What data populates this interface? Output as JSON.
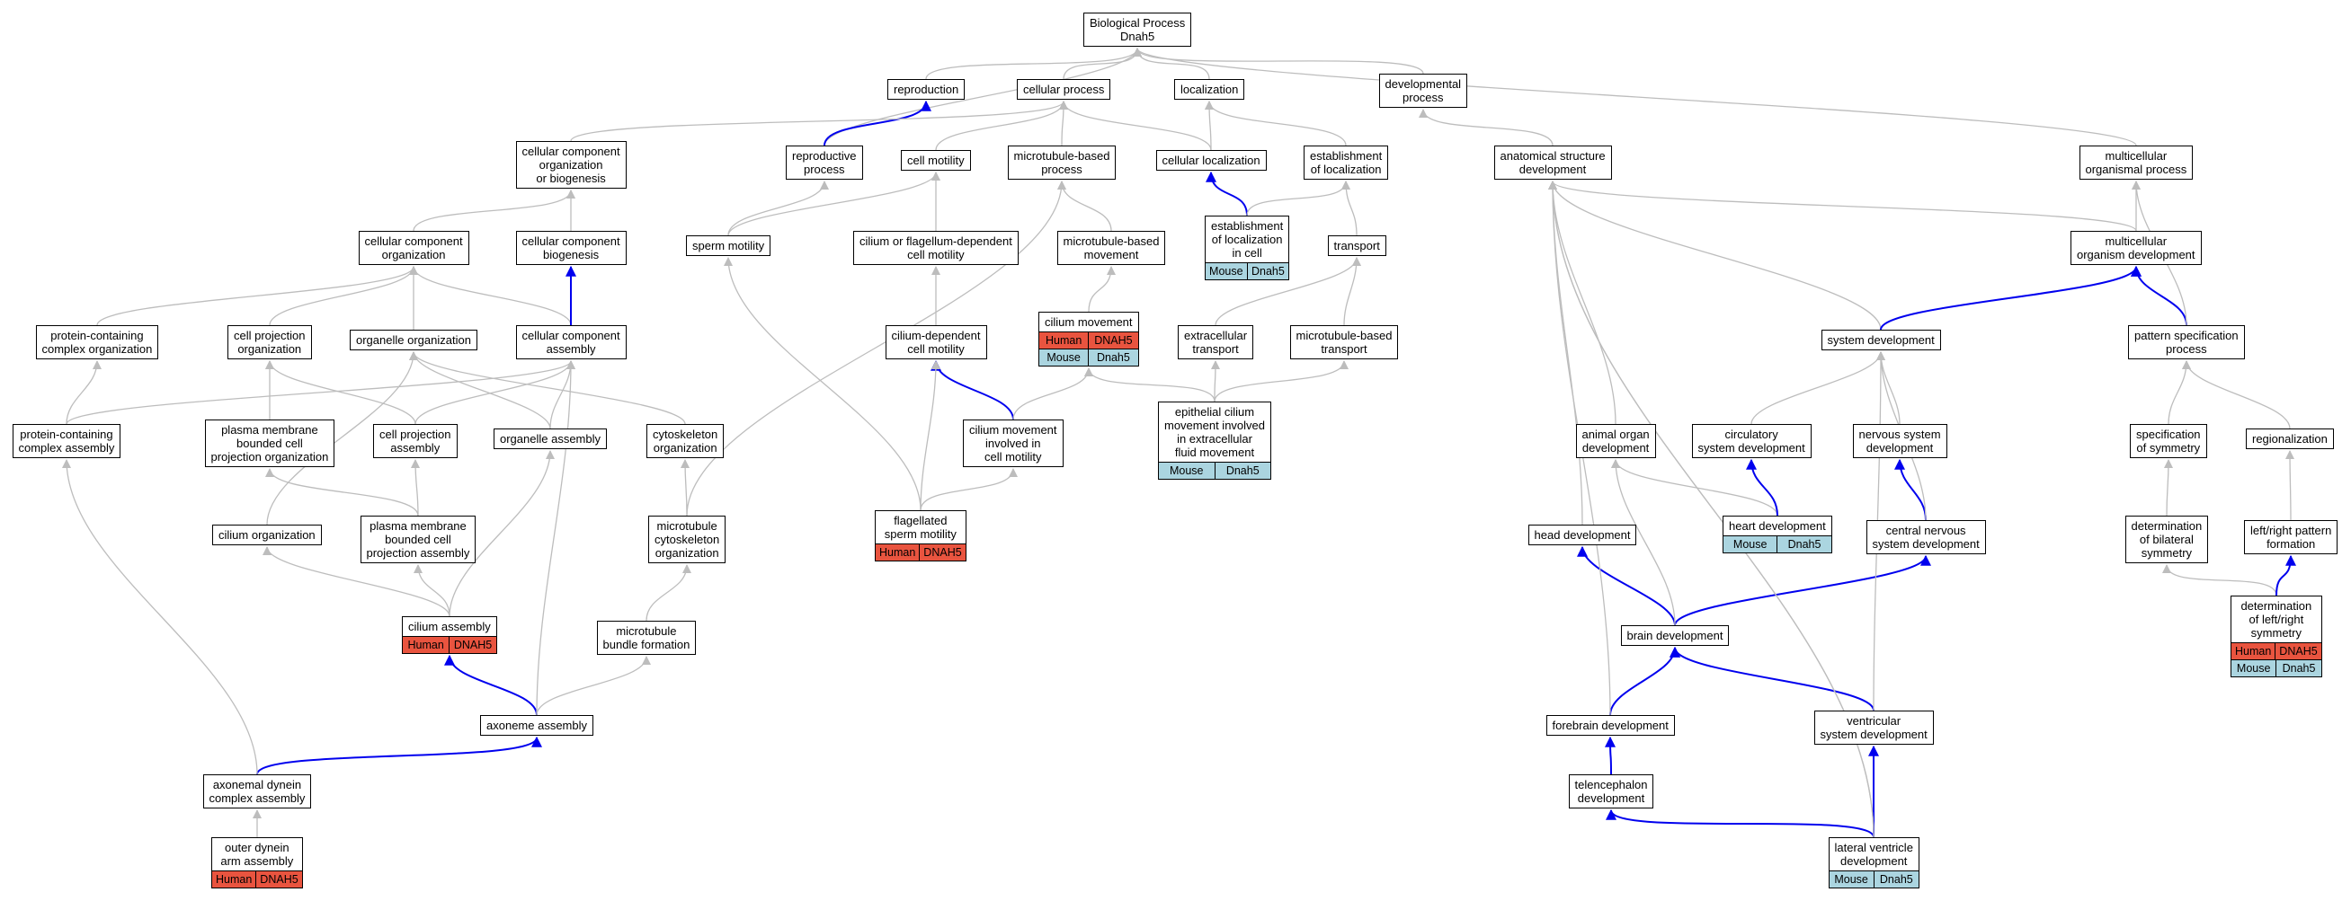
{
  "colors": {
    "edge": "#bdbdbd",
    "edge_highlight": "#0000ee",
    "human": "#e9543f",
    "mouse": "#abd5e0",
    "node_border": "#000000"
  },
  "nodes": {
    "root": {
      "label": "Biological Process\nDnah5",
      "tags": []
    },
    "reproduction": {
      "label": "reproduction",
      "tags": []
    },
    "cellular_process": {
      "label": "cellular process",
      "tags": []
    },
    "localization": {
      "label": "localization",
      "tags": []
    },
    "developmental_process": {
      "label": "developmental\nprocess",
      "tags": []
    },
    "cc_org_biogenesis": {
      "label": "cellular component\norganization\nor biogenesis",
      "tags": []
    },
    "reproductive_process": {
      "label": "reproductive\nprocess",
      "tags": []
    },
    "cell_motility": {
      "label": "cell motility",
      "tags": []
    },
    "microtubule_based_process": {
      "label": "microtubule-based\nprocess",
      "tags": []
    },
    "cellular_localization": {
      "label": "cellular localization",
      "tags": []
    },
    "establishment_localization": {
      "label": "establishment\nof localization",
      "tags": []
    },
    "anatomical_structure_dev": {
      "label": "anatomical structure\ndevelopment",
      "tags": []
    },
    "multicellular_organismal_process": {
      "label": "multicellular\norganismal process",
      "tags": []
    },
    "cc_organization": {
      "label": "cellular component\norganization",
      "tags": []
    },
    "cc_biogenesis": {
      "label": "cellular component\nbiogenesis",
      "tags": []
    },
    "sperm_motility": {
      "label": "sperm motility",
      "tags": []
    },
    "cilium_flagellum_dep_motility": {
      "label": "cilium or flagellum-dependent\ncell motility",
      "tags": []
    },
    "microtubule_based_movement": {
      "label": "microtubule-based\nmovement",
      "tags": []
    },
    "establishment_loc_in_cell": {
      "label": "establishment\nof localization\nin cell",
      "tags": [
        "Mouse",
        "Dnah5"
      ]
    },
    "transport": {
      "label": "transport",
      "tags": []
    },
    "multicellular_organism_dev": {
      "label": "multicellular\norganism development",
      "tags": []
    },
    "protein_containing_complex_org": {
      "label": "protein-containing\ncomplex organization",
      "tags": []
    },
    "cell_projection_org": {
      "label": "cell projection\norganization",
      "tags": []
    },
    "organelle_org": {
      "label": "organelle organization",
      "tags": []
    },
    "cc_assembly": {
      "label": "cellular component\nassembly",
      "tags": []
    },
    "cilium_dep_cell_motility": {
      "label": "cilium-dependent\ncell motility",
      "tags": []
    },
    "cilium_movement": {
      "label": "cilium movement",
      "tags": [
        "Human",
        "DNAH5",
        "Mouse",
        "Dnah5"
      ]
    },
    "extracellular_transport": {
      "label": "extracellular\ntransport",
      "tags": []
    },
    "microtubule_based_transport": {
      "label": "microtubule-based\ntransport",
      "tags": []
    },
    "system_dev": {
      "label": "system development",
      "tags": []
    },
    "pattern_specification": {
      "label": "pattern specification\nprocess",
      "tags": []
    },
    "protein_containing_complex_assembly": {
      "label": "protein-containing\ncomplex assembly",
      "tags": []
    },
    "pm_bounded_cell_proj_org": {
      "label": "plasma membrane\nbounded cell\nprojection organization",
      "tags": []
    },
    "cell_projection_assembly": {
      "label": "cell projection\nassembly",
      "tags": []
    },
    "organelle_assembly": {
      "label": "organelle assembly",
      "tags": []
    },
    "cytoskeleton_org": {
      "label": "cytoskeleton\norganization",
      "tags": []
    },
    "cilium_movement_in_motility": {
      "label": "cilium movement\ninvolved in\ncell motility",
      "tags": []
    },
    "epithelial_cilium_movement": {
      "label": "epithelial cilium\nmovement involved\nin extracellular\nfluid movement",
      "tags": [
        "Mouse",
        "Dnah5"
      ]
    },
    "animal_organ_dev": {
      "label": "animal organ\ndevelopment",
      "tags": []
    },
    "circulatory_system_dev": {
      "label": "circulatory\nsystem development",
      "tags": []
    },
    "nervous_system_dev": {
      "label": "nervous system\ndevelopment",
      "tags": []
    },
    "specification_symmetry": {
      "label": "specification\nof symmetry",
      "tags": []
    },
    "regionalization": {
      "label": "regionalization",
      "tags": []
    },
    "cilium_organization": {
      "label": "cilium organization",
      "tags": []
    },
    "pm_bounded_cell_proj_assembly": {
      "label": "plasma membrane\nbounded cell\nprojection assembly",
      "tags": []
    },
    "microtubule_cytoskeleton_org": {
      "label": "microtubule\ncytoskeleton\norganization",
      "tags": []
    },
    "flagellated_sperm_motility": {
      "label": "flagellated\nsperm motility",
      "tags": [
        "Human",
        "DNAH5"
      ]
    },
    "head_dev": {
      "label": "head development",
      "tags": []
    },
    "heart_dev": {
      "label": "heart development",
      "tags": [
        "Mouse",
        "Dnah5"
      ]
    },
    "cns_dev": {
      "label": "central nervous\nsystem development",
      "tags": []
    },
    "determination_bilateral_symmetry": {
      "label": "determination\nof bilateral\nsymmetry",
      "tags": []
    },
    "left_right_pattern": {
      "label": "left/right pattern\nformation",
      "tags": []
    },
    "cilium_assembly": {
      "label": "cilium assembly",
      "tags": [
        "Human",
        "DNAH5"
      ]
    },
    "microtubule_bundle_formation": {
      "label": "microtubule\nbundle formation",
      "tags": []
    },
    "brain_dev": {
      "label": "brain development",
      "tags": []
    },
    "determination_lr_symmetry": {
      "label": "determination\nof left/right\nsymmetry",
      "tags": [
        "Human",
        "DNAH5",
        "Mouse",
        "Dnah5"
      ]
    },
    "axoneme_assembly": {
      "label": "axoneme assembly",
      "tags": []
    },
    "forebrain_dev": {
      "label": "forebrain development",
      "tags": []
    },
    "ventricular_system_dev": {
      "label": "ventricular\nsystem development",
      "tags": []
    },
    "axonemal_dynein_assembly": {
      "label": "axonemal dynein\ncomplex assembly",
      "tags": []
    },
    "telencephalon_dev": {
      "label": "telencephalon\ndevelopment",
      "tags": []
    },
    "lateral_ventricle_dev": {
      "label": "lateral ventricle\ndevelopment",
      "tags": [
        "Mouse",
        "Dnah5"
      ]
    },
    "outer_dynein_arm_assembly": {
      "label": "outer dynein\narm assembly",
      "tags": [
        "Human",
        "DNAH5"
      ]
    }
  },
  "edges": [
    {
      "from": "reproduction",
      "to": "root",
      "highlight": false
    },
    {
      "from": "cellular_process",
      "to": "root",
      "highlight": false
    },
    {
      "from": "localization",
      "to": "root",
      "highlight": false
    },
    {
      "from": "developmental_process",
      "to": "root",
      "highlight": false
    },
    {
      "from": "multicellular_organismal_process",
      "to": "root",
      "highlight": false
    },
    {
      "from": "reproductive_process",
      "to": "root",
      "highlight": false
    },
    {
      "from": "reproductive_process",
      "to": "reproduction",
      "highlight": true
    },
    {
      "from": "cc_org_biogenesis",
      "to": "cellular_process",
      "highlight": false
    },
    {
      "from": "cell_motility",
      "to": "cellular_process",
      "highlight": false
    },
    {
      "from": "microtubule_based_process",
      "to": "cellular_process",
      "highlight": false
    },
    {
      "from": "cellular_localization",
      "to": "cellular_process",
      "highlight": false
    },
    {
      "from": "cellular_localization",
      "to": "localization",
      "highlight": false
    },
    {
      "from": "establishment_localization",
      "to": "localization",
      "highlight": false
    },
    {
      "from": "anatomical_structure_dev",
      "to": "developmental_process",
      "highlight": false
    },
    {
      "from": "cc_organization",
      "to": "cc_org_biogenesis",
      "highlight": false
    },
    {
      "from": "cc_biogenesis",
      "to": "cc_org_biogenesis",
      "highlight": false
    },
    {
      "from": "sperm_motility",
      "to": "reproductive_process",
      "highlight": false
    },
    {
      "from": "sperm_motility",
      "to": "cell_motility",
      "highlight": false
    },
    {
      "from": "cilium_flagellum_dep_motility",
      "to": "cell_motility",
      "highlight": false
    },
    {
      "from": "microtubule_based_movement",
      "to": "microtubule_based_process",
      "highlight": false
    },
    {
      "from": "establishment_loc_in_cell",
      "to": "cellular_localization",
      "highlight": true
    },
    {
      "from": "establishment_loc_in_cell",
      "to": "establishment_localization",
      "highlight": false
    },
    {
      "from": "transport",
      "to": "establishment_localization",
      "highlight": false
    },
    {
      "from": "multicellular_organism_dev",
      "to": "multicellular_organismal_process",
      "highlight": false
    },
    {
      "from": "multicellular_organism_dev",
      "to": "anatomical_structure_dev",
      "highlight": false
    },
    {
      "from": "protein_containing_complex_org",
      "to": "cc_organization",
      "highlight": false
    },
    {
      "from": "cell_projection_org",
      "to": "cc_organization",
      "highlight": false
    },
    {
      "from": "organelle_org",
      "to": "cc_organization",
      "highlight": false
    },
    {
      "from": "cc_assembly",
      "to": "cc_organization",
      "highlight": false
    },
    {
      "from": "cc_assembly",
      "to": "cc_biogenesis",
      "highlight": true
    },
    {
      "from": "cilium_dep_cell_motility",
      "to": "cilium_flagellum_dep_motility",
      "highlight": false
    },
    {
      "from": "cilium_movement",
      "to": "microtubule_based_movement",
      "highlight": false
    },
    {
      "from": "extracellular_transport",
      "to": "transport",
      "highlight": false
    },
    {
      "from": "microtubule_based_transport",
      "to": "transport",
      "highlight": false
    },
    {
      "from": "system_dev",
      "to": "anatomical_structure_dev",
      "highlight": false
    },
    {
      "from": "system_dev",
      "to": "multicellular_organism_dev",
      "highlight": true
    },
    {
      "from": "pattern_specification",
      "to": "multicellular_organism_dev",
      "highlight": true
    },
    {
      "from": "pattern_specification",
      "to": "multicellular_organismal_process",
      "highlight": false
    },
    {
      "from": "protein_containing_complex_assembly",
      "to": "protein_containing_complex_org",
      "highlight": false
    },
    {
      "from": "protein_containing_complex_assembly",
      "to": "cc_assembly",
      "highlight": false
    },
    {
      "from": "pm_bounded_cell_proj_org",
      "to": "cell_projection_org",
      "highlight": false
    },
    {
      "from": "cell_projection_assembly",
      "to": "cell_projection_org",
      "highlight": false
    },
    {
      "from": "cell_projection_assembly",
      "to": "cc_assembly",
      "highlight": false
    },
    {
      "from": "organelle_assembly",
      "to": "organelle_org",
      "highlight": false
    },
    {
      "from": "organelle_assembly",
      "to": "cc_assembly",
      "highlight": false
    },
    {
      "from": "cytoskeleton_org",
      "to": "organelle_org",
      "highlight": false
    },
    {
      "from": "cilium_movement_in_motility",
      "to": "cilium_dep_cell_motility",
      "highlight": true
    },
    {
      "from": "cilium_movement_in_motility",
      "to": "cilium_movement",
      "highlight": false
    },
    {
      "from": "epithelial_cilium_movement",
      "to": "cilium_movement",
      "highlight": false
    },
    {
      "from": "epithelial_cilium_movement",
      "to": "extracellular_transport",
      "highlight": false
    },
    {
      "from": "epithelial_cilium_movement",
      "to": "microtubule_based_transport",
      "highlight": false
    },
    {
      "from": "animal_organ_dev",
      "to": "anatomical_structure_dev",
      "highlight": false
    },
    {
      "from": "circulatory_system_dev",
      "to": "system_dev",
      "highlight": false
    },
    {
      "from": "nervous_system_dev",
      "to": "system_dev",
      "highlight": false
    },
    {
      "from": "specification_symmetry",
      "to": "pattern_specification",
      "highlight": false
    },
    {
      "from": "regionalization",
      "to": "pattern_specification",
      "highlight": false
    },
    {
      "from": "cilium_organization",
      "to": "organelle_org",
      "highlight": false
    },
    {
      "from": "pm_bounded_cell_proj_assembly",
      "to": "pm_bounded_cell_proj_org",
      "highlight": false
    },
    {
      "from": "pm_bounded_cell_proj_assembly",
      "to": "cell_projection_assembly",
      "highlight": false
    },
    {
      "from": "microtubule_cytoskeleton_org",
      "to": "cytoskeleton_org",
      "highlight": false
    },
    {
      "from": "microtubule_cytoskeleton_org",
      "to": "microtubule_based_process",
      "highlight": false
    },
    {
      "from": "flagellated_sperm_motility",
      "to": "sperm_motility",
      "highlight": false
    },
    {
      "from": "flagellated_sperm_motility",
      "to": "cilium_dep_cell_motility",
      "highlight": false
    },
    {
      "from": "flagellated_sperm_motility",
      "to": "cilium_movement_in_motility",
      "highlight": false
    },
    {
      "from": "head_dev",
      "to": "anatomical_structure_dev",
      "highlight": false
    },
    {
      "from": "heart_dev",
      "to": "animal_organ_dev",
      "highlight": false
    },
    {
      "from": "heart_dev",
      "to": "circulatory_system_dev",
      "highlight": true
    },
    {
      "from": "cns_dev",
      "to": "nervous_system_dev",
      "highlight": true
    },
    {
      "from": "cns_dev",
      "to": "system_dev",
      "highlight": false
    },
    {
      "from": "determination_bilateral_symmetry",
      "to": "specification_symmetry",
      "highlight": false
    },
    {
      "from": "left_right_pattern",
      "to": "regionalization",
      "highlight": false
    },
    {
      "from": "cilium_assembly",
      "to": "cilium_organization",
      "highlight": false
    },
    {
      "from": "cilium_assembly",
      "to": "pm_bounded_cell_proj_assembly",
      "highlight": false
    },
    {
      "from": "cilium_assembly",
      "to": "organelle_assembly",
      "highlight": false
    },
    {
      "from": "microtubule_bundle_formation",
      "to": "microtubule_cytoskeleton_org",
      "highlight": false
    },
    {
      "from": "brain_dev",
      "to": "head_dev",
      "highlight": true
    },
    {
      "from": "brain_dev",
      "to": "cns_dev",
      "highlight": true
    },
    {
      "from": "brain_dev",
      "to": "animal_organ_dev",
      "highlight": false
    },
    {
      "from": "determination_lr_symmetry",
      "to": "determination_bilateral_symmetry",
      "highlight": false
    },
    {
      "from": "determination_lr_symmetry",
      "to": "left_right_pattern",
      "highlight": true
    },
    {
      "from": "axoneme_assembly",
      "to": "cilium_assembly",
      "highlight": true
    },
    {
      "from": "axoneme_assembly",
      "to": "microtubule_bundle_formation",
      "highlight": false
    },
    {
      "from": "axoneme_assembly",
      "to": "cc_assembly",
      "highlight": false
    },
    {
      "from": "forebrain_dev",
      "to": "brain_dev",
      "highlight": true
    },
    {
      "from": "forebrain_dev",
      "to": "anatomical_structure_dev",
      "highlight": false
    },
    {
      "from": "ventricular_system_dev",
      "to": "brain_dev",
      "highlight": true
    },
    {
      "from": "ventricular_system_dev",
      "to": "system_dev",
      "highlight": false
    },
    {
      "from": "axonemal_dynein_assembly",
      "to": "axoneme_assembly",
      "highlight": true
    },
    {
      "from": "axonemal_dynein_assembly",
      "to": "protein_containing_complex_assembly",
      "highlight": false
    },
    {
      "from": "telencephalon_dev",
      "to": "forebrain_dev",
      "highlight": true
    },
    {
      "from": "lateral_ventricle_dev",
      "to": "telencephalon_dev",
      "highlight": true
    },
    {
      "from": "lateral_ventricle_dev",
      "to": "ventricular_system_dev",
      "highlight": true
    },
    {
      "from": "lateral_ventricle_dev",
      "to": "anatomical_structure_dev",
      "highlight": false
    },
    {
      "from": "lateral_ventricle_dev",
      "to": "anatomical_structure_dev",
      "highlight": false
    },
    {
      "from": "outer_dynein_arm_assembly",
      "to": "axonemal_dynein_assembly",
      "highlight": false
    }
  ]
}
